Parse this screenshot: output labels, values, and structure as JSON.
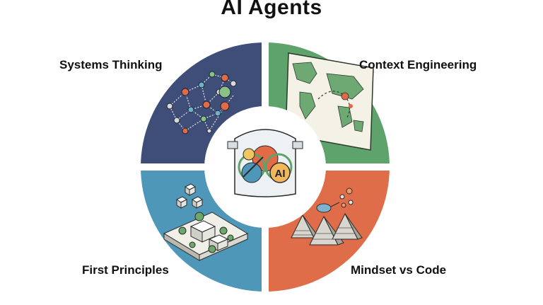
{
  "title": "AI Agents",
  "center": {
    "badge_text": "AI"
  },
  "quadrants": [
    {
      "label": "Systems Thinking",
      "color": "#3f4e78",
      "icon": "network-graph-icon"
    },
    {
      "label": "Context Engineering",
      "color": "#5ea36b",
      "icon": "world-map-icon"
    },
    {
      "label": "First Principles",
      "color": "#4f97b9",
      "icon": "isometric-blocks-icon"
    },
    {
      "label": "Mindset vs Code",
      "color": "#e06d49",
      "icon": "pyramids-icon"
    }
  ]
}
